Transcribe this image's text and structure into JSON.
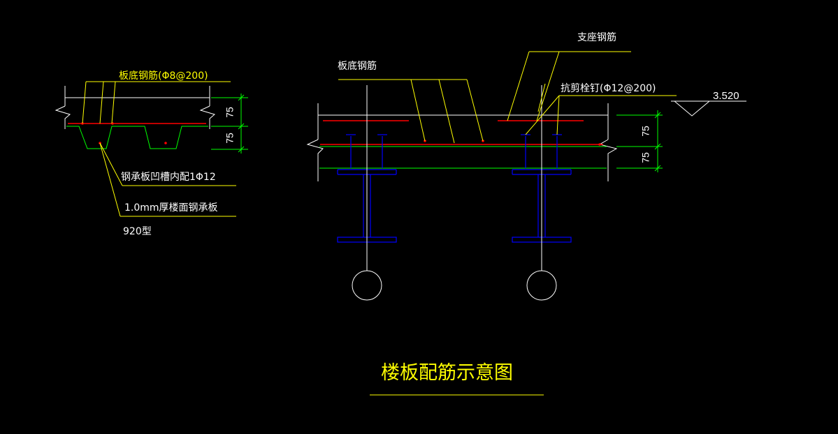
{
  "colors": {
    "background": "#000000",
    "line": "#ffffff",
    "annotation": "#ffff00",
    "rebar": "#ff0000",
    "deck": "#00ff00",
    "steel": "#0000ff"
  },
  "left_detail": {
    "top_rebar_label": "板底钢筋(Φ8@200)",
    "groove_rebar_label": "钢承板凹槽内配1Φ12",
    "deck_label": "1.0mm厚楼面钢承板",
    "deck_type": "920型",
    "dim_top": "75",
    "dim_bottom": "75"
  },
  "right_detail": {
    "bottom_rebar_label": "板底钢筋",
    "support_rebar_label": "支座钢筋",
    "stud_label": "抗剪栓钉(Φ12@200)",
    "elevation": "3.520",
    "dim_top": "75",
    "dim_bottom": "75"
  },
  "title": "楼板配筋示意图"
}
